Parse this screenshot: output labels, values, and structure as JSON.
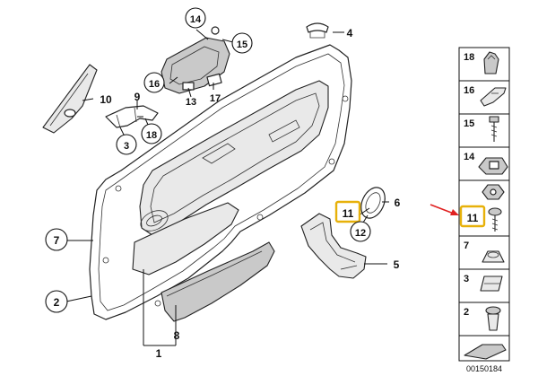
{
  "callouts": {
    "c14": "14",
    "c15": "15",
    "c4": "4",
    "c16": "16",
    "c17": "17",
    "c13": "13",
    "c10": "10",
    "c9": "9",
    "c3": "3",
    "c18": "18",
    "c7": "7",
    "c2": "2",
    "c6": "6",
    "c11": "11",
    "c12": "12",
    "c5": "5",
    "c8": "8",
    "c1": "1"
  },
  "sidebar": {
    "items": [
      {
        "label": "18"
      },
      {
        "label": "16"
      },
      {
        "label": "15"
      },
      {
        "label": "14"
      },
      {
        "label": "11"
      },
      {
        "label": "7"
      },
      {
        "label": "3"
      },
      {
        "label": "2"
      }
    ]
  },
  "diagram_number": "00150184",
  "colors": {
    "highlight": "#e7b10a",
    "arrow": "#e02020",
    "line": "#111111"
  }
}
